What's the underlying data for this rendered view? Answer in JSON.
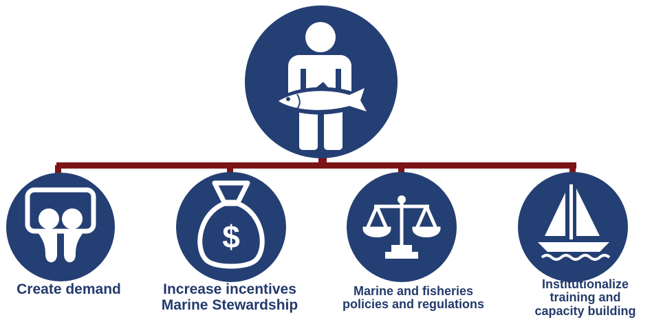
{
  "colors": {
    "circle": "#243f73",
    "connector": "#7a1416",
    "icon": "#ffffff",
    "label": "#233a6b"
  },
  "root": {
    "icon": "person-holding-fish-icon"
  },
  "items": [
    {
      "icon": "slideshare-icon",
      "lines": [
        "Create demand"
      ]
    },
    {
      "icon": "money-bag-icon",
      "lines": [
        "Increase incentives",
        "Marine Stewardship"
      ]
    },
    {
      "icon": "scales-of-justice-icon",
      "lines": [
        "Marine and fisheries",
        "policies and regulations"
      ]
    },
    {
      "icon": "sailboat-icon",
      "lines": [
        "Institutionalize",
        "training and",
        "capacity building"
      ]
    }
  ]
}
